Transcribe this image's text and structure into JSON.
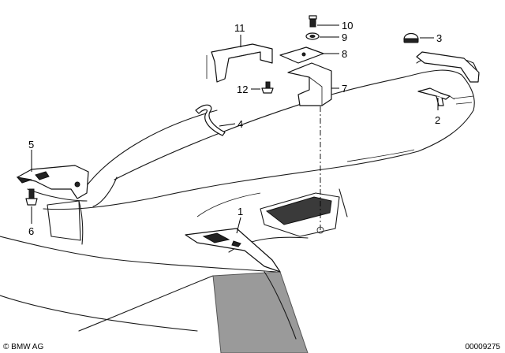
{
  "diagram": {
    "callouts": {
      "c1": "1",
      "c2": "2",
      "c3": "3",
      "c4": "4",
      "c5": "5",
      "c6": "6",
      "c7": "7",
      "c8": "8",
      "c9": "9",
      "c10": "10",
      "c11": "11",
      "c12": "12"
    }
  },
  "footer": {
    "copyright": "© BMW AG",
    "diagram_number": "00009275"
  }
}
